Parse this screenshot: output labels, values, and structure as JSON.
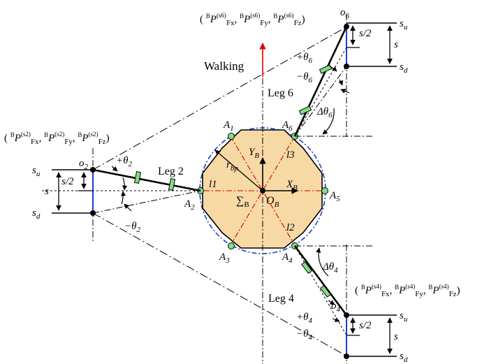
{
  "labels": {
    "walking": "Walking"
  },
  "colors": {
    "platform_fill": "#f7d9a6",
    "attachment_points": "#7fe07f",
    "stroke_segment": "#1a3fd0",
    "walking_arrow": "#e00000",
    "diagonals": "#d00000"
  },
  "platform": {
    "a1": {
      "main": "A",
      "sub": "1"
    },
    "a2": {
      "main": "A",
      "sub": "2"
    },
    "a3": {
      "main": "A",
      "sub": "3"
    },
    "a4": {
      "main": "A",
      "sub": "4"
    },
    "a5": {
      "main": "A",
      "sub": "5"
    },
    "a6": {
      "main": "A",
      "sub": "6"
    },
    "l1": "l1",
    "l2": "l2",
    "l3": "l3",
    "y_axis": {
      "main": "Y",
      "sub": "B"
    },
    "x_axis": {
      "main": "X",
      "sub": "B"
    },
    "radius": {
      "main": "r",
      "sub": "bp"
    },
    "origin": {
      "main": "O",
      "sub": "B"
    },
    "frame": {
      "main": "∑",
      "sub": "B"
    }
  },
  "legs": {
    "leg2": {
      "title": "Leg 2",
      "o": {
        "main": "o",
        "sub": "2"
      },
      "su": {
        "main": "s",
        "sub": "u"
      },
      "sd": {
        "main": "s",
        "sub": "d"
      },
      "s": "s",
      "s_half": "s/2",
      "plus_theta": {
        "main": "+θ",
        "sub": "2"
      },
      "minus_theta": {
        "main": "−θ",
        "sub": "2"
      },
      "force": {
        "open": "(",
        "close": ")",
        "sep": ",",
        "frame": "B",
        "p": "P",
        "stance": "(s2)",
        "fx": "Fx",
        "fy": "Fy",
        "fz": "Fz"
      }
    },
    "leg6": {
      "title": "Leg 6",
      "o": {
        "main": "o",
        "sub": "6"
      },
      "su": {
        "main": "s",
        "sub": "u"
      },
      "sd": {
        "main": "s",
        "sub": "d"
      },
      "s": "s",
      "s_half": "s/2",
      "plus_theta": {
        "main": "+θ",
        "sub": "6"
      },
      "minus_theta": {
        "main": "−θ",
        "sub": "6"
      },
      "delta_theta": {
        "main": "Δθ",
        "sub": "6"
      },
      "force": {
        "open": "(",
        "close": ")",
        "sep": ",",
        "frame": "B",
        "p": "P",
        "stance": "(s6)",
        "fx": "Fx",
        "fy": "Fy",
        "fz": "Fz"
      }
    },
    "leg4": {
      "title": "Leg 4",
      "o": {
        "main": "o",
        "sub": "4"
      },
      "su": {
        "main": "s",
        "sub": "u"
      },
      "sd": {
        "main": "s",
        "sub": "d"
      },
      "s": "s",
      "s_half": "s/2",
      "plus_theta": {
        "main": "+θ",
        "sub": "4"
      },
      "minus_theta": {
        "main": "−θ",
        "sub": "4"
      },
      "delta_theta": {
        "main": "Δθ",
        "sub": "4"
      },
      "force": {
        "open": "(",
        "close": ")",
        "sep": ",",
        "frame": "B",
        "p": "P",
        "stance": "(s4)",
        "fx": "Fx",
        "fy": "Fy",
        "fz": "Fz"
      }
    }
  }
}
